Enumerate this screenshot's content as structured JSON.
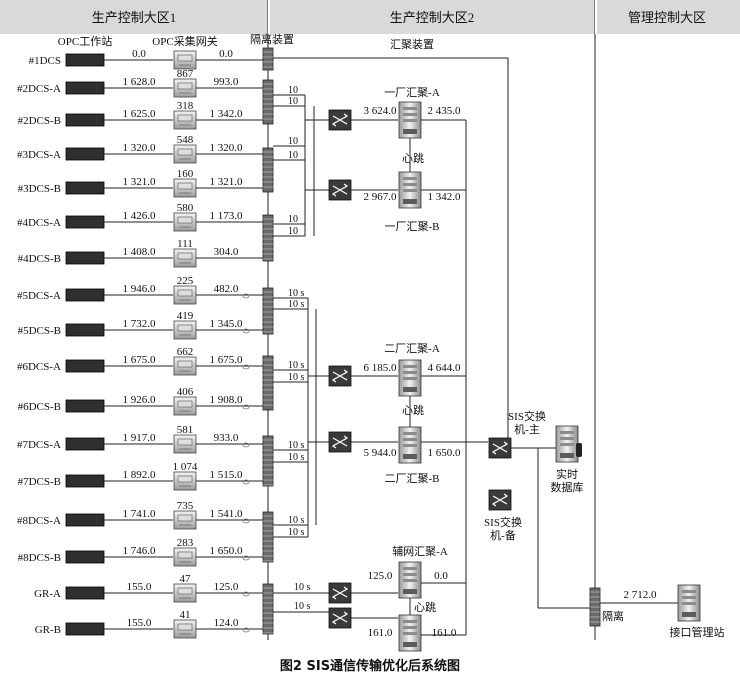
{
  "zones": [
    "生产控制大区1",
    "生产控制大区2",
    "管理控制大区"
  ],
  "col_headers": {
    "opc_ws": "OPC工作站",
    "opc_gw": "OPC采集网关",
    "isolation": "隔离装置",
    "aggregation": "汇聚装置"
  },
  "rows": [
    {
      "name": "#1DCS",
      "ws": "0.0",
      "gw_in": "",
      "gw_out": "0.0"
    },
    {
      "name": "#2DCS-A",
      "ws": "1 628.0",
      "gw_in": "867",
      "gw_out": "993.0"
    },
    {
      "name": "#2DCS-B",
      "ws": "1 625.0",
      "gw_in": "318",
      "gw_out": "1 342.0"
    },
    {
      "name": "#3DCS-A",
      "ws": "1 320.0",
      "gw_in": "548",
      "gw_out": "1 320.0"
    },
    {
      "name": "#3DCS-B",
      "ws": "1 321.0",
      "gw_in": "160",
      "gw_out": "1 321.0"
    },
    {
      "name": "#4DCS-A",
      "ws": "1 426.0",
      "gw_in": "580",
      "gw_out": "1 173.0"
    },
    {
      "name": "#4DCS-B",
      "ws": "1 408.0",
      "gw_in": "111",
      "gw_out": "304.0"
    },
    {
      "name": "#5DCS-A",
      "ws": "1 946.0",
      "gw_in": "225",
      "gw_out": "482.0"
    },
    {
      "name": "#5DCS-B",
      "ws": "1 732.0",
      "gw_in": "419",
      "gw_out": "1 345.0"
    },
    {
      "name": "#6DCS-A",
      "ws": "1 675.0",
      "gw_in": "662",
      "gw_out": "1 675.0"
    },
    {
      "name": "#6DCS-B",
      "ws": "1 926.0",
      "gw_in": "406",
      "gw_out": "1 908.0"
    },
    {
      "name": "#7DCS-A",
      "ws": "1 917.0",
      "gw_in": "581",
      "gw_out": "933.0"
    },
    {
      "name": "#7DCS-B",
      "ws": "1 892.0",
      "gw_in": "1 074",
      "gw_out": "1 515.0"
    },
    {
      "name": "#8DCS-A",
      "ws": "1 741.0",
      "gw_in": "735",
      "gw_out": "1 541.0"
    },
    {
      "name": "#8DCS-B",
      "ws": "1 746.0",
      "gw_in": "283",
      "gw_out": "1 650.0"
    },
    {
      "name": "GR-A",
      "ws": "155.0",
      "gw_in": "47",
      "gw_out": "125.0"
    },
    {
      "name": "GR-B",
      "ws": "155.0",
      "gw_in": "41",
      "gw_out": "124.0"
    }
  ],
  "link_labels": {
    "g1": [
      "10",
      "10"
    ],
    "g2": [
      "10",
      "10"
    ],
    "g3": [
      "10",
      "10"
    ],
    "g4": [
      "10 s",
      "10 s"
    ],
    "g5": [
      "10 s",
      "10 s"
    ],
    "g6": [
      "10 s",
      "10 s"
    ],
    "g7": [
      "10 s",
      "10 s"
    ],
    "g8": [
      "10 s",
      "10 s"
    ]
  },
  "aggregators": [
    {
      "name": "一厂汇聚-A",
      "in": "3 624.0",
      "out": "2 435.0"
    },
    {
      "name": "一厂汇聚-B",
      "in": "2 967.0",
      "out": "1 342.0"
    },
    {
      "name": "二厂汇聚-A",
      "in": "6 185.0",
      "out": "4 644.0"
    },
    {
      "name": "二厂汇聚-B",
      "in": "5 944.0",
      "out": "1 650.0"
    },
    {
      "name": "辅网汇聚-A",
      "in": "125.0",
      "out": "0.0"
    },
    {
      "name": "",
      "in": "161.0",
      "out": "161.0"
    }
  ],
  "heartbeat": "心跳",
  "sis_main": "SIS交换\n机-主",
  "sis_backup": "SIS交换\n机-备",
  "rtdb": "实时\n数据库",
  "isolation_label": "隔离",
  "mgmt_value": "2 712.0",
  "mgmt_station": "接口管理站",
  "caption": "图2   SIS通信传输优化后系统图"
}
